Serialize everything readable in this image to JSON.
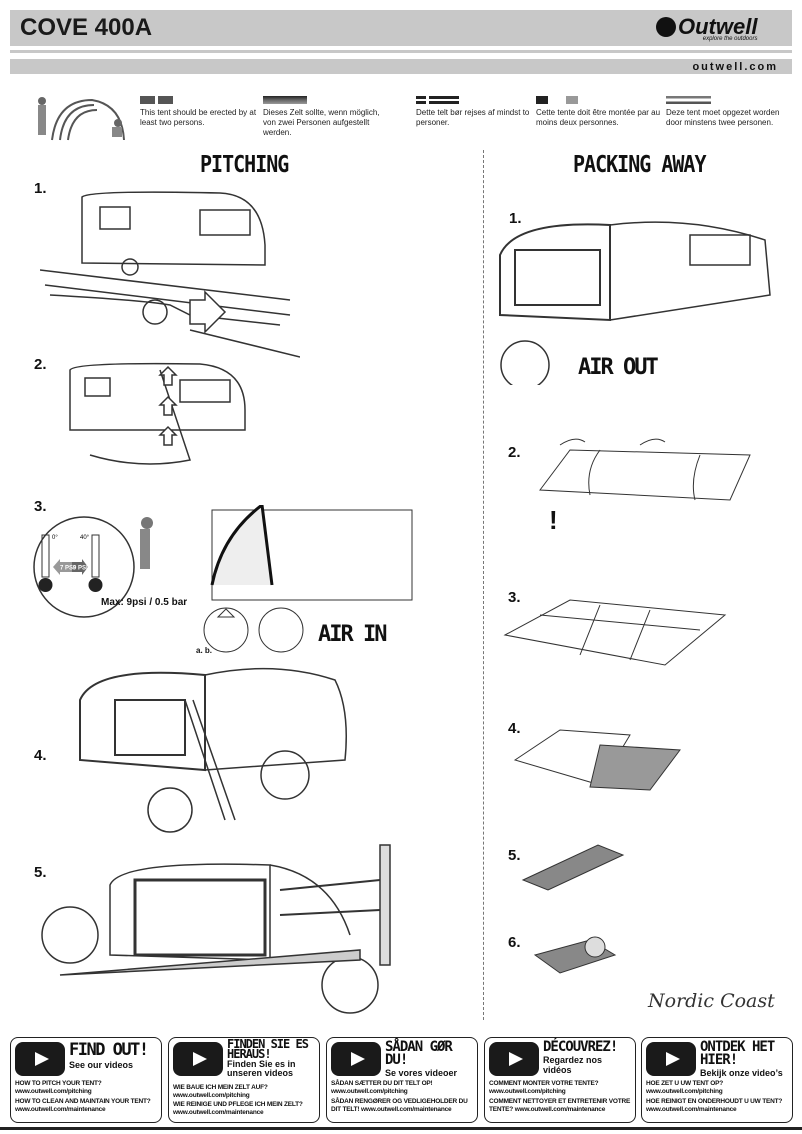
{
  "header": {
    "title": "COVE 400A",
    "brand": "Outwell",
    "tagline": "explore the outdoors",
    "website": "outwell.com"
  },
  "languages": [
    {
      "flag": "uk",
      "text": "This tent should be erected by at least two persons."
    },
    {
      "flag": "de",
      "text": "Dieses Zelt sollte, wenn möglich, von zwei Personen aufgestellt werden."
    },
    {
      "flag": "dk",
      "text": "Dette telt bør rejses af mindst to personer."
    },
    {
      "flag": "fr",
      "text": "Cette tente doit être montée par au moins deux personnes."
    },
    {
      "flag": "nl",
      "text": "Deze tent moet opgezet worden door minstens twee personen."
    }
  ],
  "pitching": {
    "title": "PITCHING",
    "steps": [
      "1.",
      "2.",
      "3.",
      "4.",
      "5."
    ],
    "pressure": "Max: 9psi / 0.5 bar",
    "valve_labels": "a. b.",
    "air_in": "AIR IN",
    "gauge": {
      "low": "0°",
      "high": "40°",
      "psi1": "7 PSI",
      "psi2": "9 PSI"
    }
  },
  "packing": {
    "title": "PACKING AWAY",
    "steps": [
      "1.",
      "2.",
      "3.",
      "4.",
      "5.",
      "6."
    ],
    "air_out": "AIR OUT",
    "warning": "!"
  },
  "nordic_logo": "Nordic Coast",
  "videos": [
    {
      "heading": "FIND OUT!",
      "sub": "See our videos",
      "q1": "HOW TO PITCH YOUR TENT?",
      "u1": "www.outwell.com/pitching",
      "q2": "HOW TO CLEAN AND MAINTAIN YOUR TENT?",
      "u2": "www.outwell.com/maintenance"
    },
    {
      "heading": "FINDEN SIE ES HERAUS!",
      "sub": "Finden Sie es in unseren videos",
      "q1": "WIE BAUE ICH MEIN ZELT AUF?",
      "u1": "www.outwell.com/pitching",
      "q2": "WIE REINIGE UND PFLEGE ICH MEIN ZELT?",
      "u2": "www.outwell.com/maintenance"
    },
    {
      "heading": "SÅDAN GØR DU!",
      "sub": "Se vores videoer",
      "q1": "SÅDAN SÆTTER DU DIT TELT OP!",
      "u1": "www.outwell.com/pitching",
      "q2": "SÅDAN RENGØRER OG VEDLIGEHOLDER DU DIT TELT!",
      "u2": "www.outwell.com/maintenance"
    },
    {
      "heading": "DÉCOUVREZ!",
      "sub": "Regardez nos vidéos",
      "q1": "COMMENT MONTER VOTRE TENTE?",
      "u1": "www.outwell.com/pitching",
      "q2": "COMMENT NETTOYER ET ENTRETENIR VOTRE TENTE?",
      "u2": "www.outwell.com/maintenance"
    },
    {
      "heading": "ONTDEK HET HIER!",
      "sub": "Bekijk onze video’s",
      "q1": "HOE ZET U UW TENT OP?",
      "u1": "www.outwell.com/pitching",
      "q2": "HOE REINIGT EN ONDERHOUDT U UW TENT?",
      "u2": "www.outwell.com/maintenance"
    }
  ]
}
